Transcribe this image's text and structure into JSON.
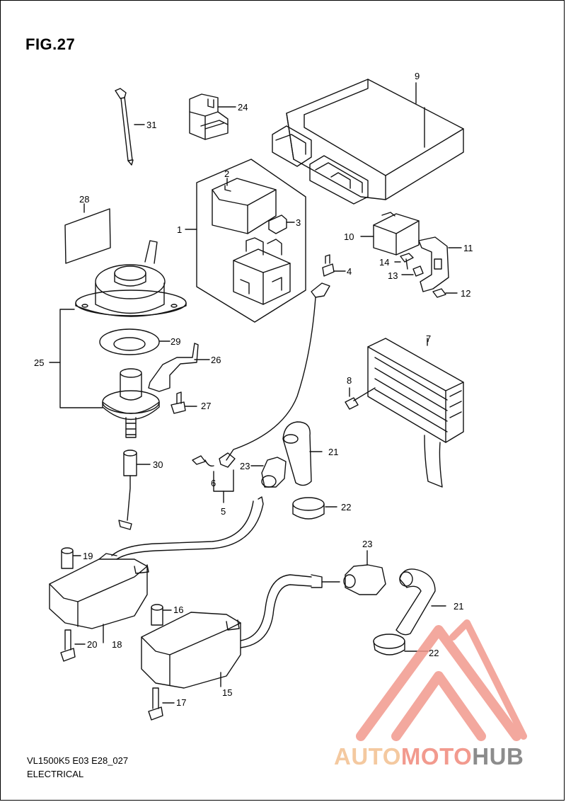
{
  "figure": {
    "title": "FIG.27",
    "code": "VL1500K5 E03 E28_027",
    "name": "ELECTRICAL"
  },
  "callouts": [
    {
      "id": "c1",
      "text": "1"
    },
    {
      "id": "c2",
      "text": "2"
    },
    {
      "id": "c3",
      "text": "3"
    },
    {
      "id": "c4",
      "text": "4"
    },
    {
      "id": "c5",
      "text": "5"
    },
    {
      "id": "c6",
      "text": "6"
    },
    {
      "id": "c7",
      "text": "7"
    },
    {
      "id": "c8",
      "text": "8"
    },
    {
      "id": "c9",
      "text": "9"
    },
    {
      "id": "c10",
      "text": "10"
    },
    {
      "id": "c11",
      "text": "11"
    },
    {
      "id": "c12",
      "text": "12"
    },
    {
      "id": "c13",
      "text": "13"
    },
    {
      "id": "c14",
      "text": "14"
    },
    {
      "id": "c15",
      "text": "15"
    },
    {
      "id": "c16",
      "text": "16"
    },
    {
      "id": "c17",
      "text": "17"
    },
    {
      "id": "c18",
      "text": "18"
    },
    {
      "id": "c19",
      "text": "19"
    },
    {
      "id": "c20",
      "text": "20"
    },
    {
      "id": "c21a",
      "text": "21"
    },
    {
      "id": "c21b",
      "text": "21"
    },
    {
      "id": "c22a",
      "text": "22"
    },
    {
      "id": "c22b",
      "text": "22"
    },
    {
      "id": "c23a",
      "text": "23"
    },
    {
      "id": "c23b",
      "text": "23"
    },
    {
      "id": "c24",
      "text": "24"
    },
    {
      "id": "c25",
      "text": "25"
    },
    {
      "id": "c26",
      "text": "26"
    },
    {
      "id": "c27",
      "text": "27"
    },
    {
      "id": "c28",
      "text": "28"
    },
    {
      "id": "c29",
      "text": "29"
    },
    {
      "id": "c30",
      "text": "30"
    },
    {
      "id": "c31",
      "text": "31"
    }
  ],
  "watermark": {
    "part1": "AUTO",
    "part2": "MOTO",
    "part3": "HUB",
    "colors": {
      "auto": "#f4c9a0",
      "moto": "#f29a8e",
      "hub": "#8c8c8c",
      "triangle": "#f29a8e"
    }
  }
}
